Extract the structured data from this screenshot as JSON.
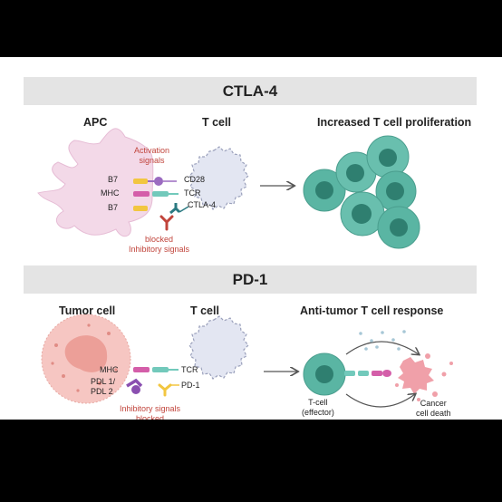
{
  "ctla4": {
    "title": "CTLA-4",
    "apc_label": "APC",
    "tcell_label": "T cell",
    "result_label": "Increased T cell proliferation",
    "activation_label": "Activation\nsignals",
    "blocked_label": "blocked\nInhibitory signals",
    "apc_receptors": [
      "B7",
      "MHC",
      "B7"
    ],
    "tcell_receptors": [
      "CD28",
      "TCR",
      "CTLA-4"
    ]
  },
  "pd1": {
    "title": "PD-1",
    "tumor_label": "Tumor cell",
    "tcell_label": "T cell",
    "result_label": "Anti-tumor T cell response",
    "tumor_receptors": [
      "MHC",
      "PDL 1/\nPDL 2"
    ],
    "tcell_receptors": [
      "TCR",
      "PD-1"
    ],
    "inhibitory_label": "Inhibitory signals\nblocked",
    "effector_label": "T-cell\n(effector)",
    "death_label": "Cancer\ncell death"
  },
  "colors": {
    "apc": "#f3d9e8",
    "tcell": "#e3e6f2",
    "proliferating_cell": "#5ab5a3",
    "tumor": "#f6c6c2",
    "band": "#e4e4e4",
    "signal_text": "#c1443b"
  }
}
